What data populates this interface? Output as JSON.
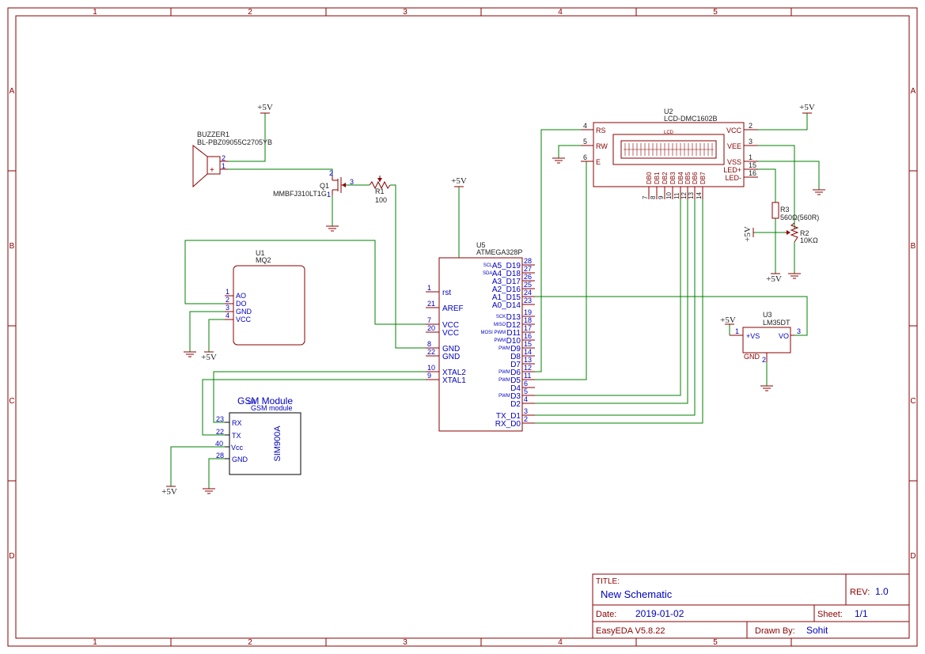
{
  "border": {
    "cols": [
      "1",
      "2",
      "3",
      "4",
      "5"
    ],
    "rows": [
      "A",
      "B",
      "C",
      "D"
    ]
  },
  "power": {
    "p5v": "+5V"
  },
  "buzzer": {
    "ref": "BUZZER1",
    "part": "BL-PBZ09055C2705YB",
    "pin2": "2",
    "pin1": "1",
    "plus": "+"
  },
  "q1": {
    "ref": "Q1",
    "part": "MMBFJ310LT1G",
    "pin2": "2",
    "pin3": "3",
    "pin1": "1"
  },
  "r1": {
    "ref": "R1",
    "value": "100"
  },
  "u1": {
    "ref": "U1",
    "part": "MQ2",
    "pins": [
      {
        "num": "1",
        "name": "AO"
      },
      {
        "num": "2",
        "name": "DO"
      },
      {
        "num": "3",
        "name": "GND"
      },
      {
        "num": "4",
        "name": "VCC"
      }
    ]
  },
  "u5": {
    "ref": "U5",
    "part": "ATMEGA328P",
    "left_pins": [
      {
        "num": "1",
        "name": "rst"
      },
      {
        "num": "21",
        "name": "AREF"
      },
      {
        "num": "7",
        "name": "VCC"
      },
      {
        "num": "20",
        "name": "VCC"
      },
      {
        "num": "8",
        "name": "GND"
      },
      {
        "num": "22",
        "name": "GND"
      },
      {
        "num": "10",
        "name": "XTAL2"
      },
      {
        "num": "9",
        "name": "XTAL1"
      }
    ],
    "right_pins": [
      {
        "num": "28",
        "name": "A5_D19",
        "tag": "SCL"
      },
      {
        "num": "27",
        "name": "A4_D18",
        "tag": "SDA"
      },
      {
        "num": "26",
        "name": "A3_D17",
        "tag": ""
      },
      {
        "num": "25",
        "name": "A2_D16",
        "tag": ""
      },
      {
        "num": "24",
        "name": "A1_D15",
        "tag": ""
      },
      {
        "num": "23",
        "name": "A0_D14",
        "tag": ""
      },
      {
        "num": "19",
        "name": "D13",
        "tag": "SCK"
      },
      {
        "num": "18",
        "name": "D12",
        "tag": "MISO"
      },
      {
        "num": "17",
        "name": "D11",
        "tag": "MOSI PWM"
      },
      {
        "num": "16",
        "name": "D10",
        "tag": "PWM"
      },
      {
        "num": "15",
        "name": "D9",
        "tag": "PWM"
      },
      {
        "num": "14",
        "name": "D8",
        "tag": ""
      },
      {
        "num": "13",
        "name": "D7",
        "tag": ""
      },
      {
        "num": "12",
        "name": "D6",
        "tag": "PWM"
      },
      {
        "num": "11",
        "name": "D5",
        "tag": "PWM"
      },
      {
        "num": "6",
        "name": "D4",
        "tag": ""
      },
      {
        "num": "5",
        "name": "D3",
        "tag": "PWM"
      },
      {
        "num": "4",
        "name": "D2",
        "tag": ""
      },
      {
        "num": "3",
        "name": "TX_D1",
        "tag": ""
      },
      {
        "num": "2",
        "name": "RX_D0",
        "tag": ""
      }
    ]
  },
  "u2": {
    "ref": "U2",
    "part": "LCD-DMC1602B",
    "screen": "LCD",
    "left_pins": [
      {
        "num": "4",
        "name": "RS"
      },
      {
        "num": "5",
        "name": "RW"
      },
      {
        "num": "6",
        "name": "E"
      }
    ],
    "right_pins": [
      {
        "num": "2",
        "name": "VCC"
      },
      {
        "num": "3",
        "name": "VEE"
      },
      {
        "num": "1",
        "name": "VSS"
      },
      {
        "num": "15",
        "name": "LED+"
      },
      {
        "num": "16",
        "name": "LED-"
      }
    ],
    "bottom_pins": [
      {
        "num": "7",
        "name": "DB0"
      },
      {
        "num": "8",
        "name": "DB1"
      },
      {
        "num": "9",
        "name": "DB2"
      },
      {
        "num": "10",
        "name": "DB3"
      },
      {
        "num": "11",
        "name": "DB4"
      },
      {
        "num": "12",
        "name": "DB5"
      },
      {
        "num": "13",
        "name": "DB6"
      },
      {
        "num": "14",
        "name": "DB7"
      }
    ]
  },
  "r3": {
    "ref": "R3",
    "value": "560Ω(560R)"
  },
  "r2": {
    "ref": "R2",
    "value": "10KΩ"
  },
  "u3": {
    "ref": "U3",
    "part": "LM35DT",
    "pin1": "1",
    "pin1_name": "+VS",
    "pin3": "3",
    "pin3_name": "VO",
    "pin2": "2",
    "pin2_name": "GND"
  },
  "gsm": {
    "title": "GSM Module",
    "ref": "U4",
    "part": "GSM module",
    "chip": "SIM900A",
    "pins": [
      {
        "num": "23",
        "name": "RX"
      },
      {
        "num": "22",
        "name": "TX"
      },
      {
        "num": "40",
        "name": "Vcc"
      },
      {
        "num": "28",
        "name": "GND"
      }
    ]
  },
  "titleblock": {
    "title_label": "TITLE:",
    "title": "New Schematic",
    "rev_label": "REV:",
    "rev": "1.0",
    "date_label": "Date:",
    "date": "2019-01-02",
    "sheet_label": "Sheet:",
    "sheet": "1/1",
    "tool": "EasyEDA V5.8.22",
    "drawn_label": "Drawn By:",
    "drawn": "Sohit"
  }
}
